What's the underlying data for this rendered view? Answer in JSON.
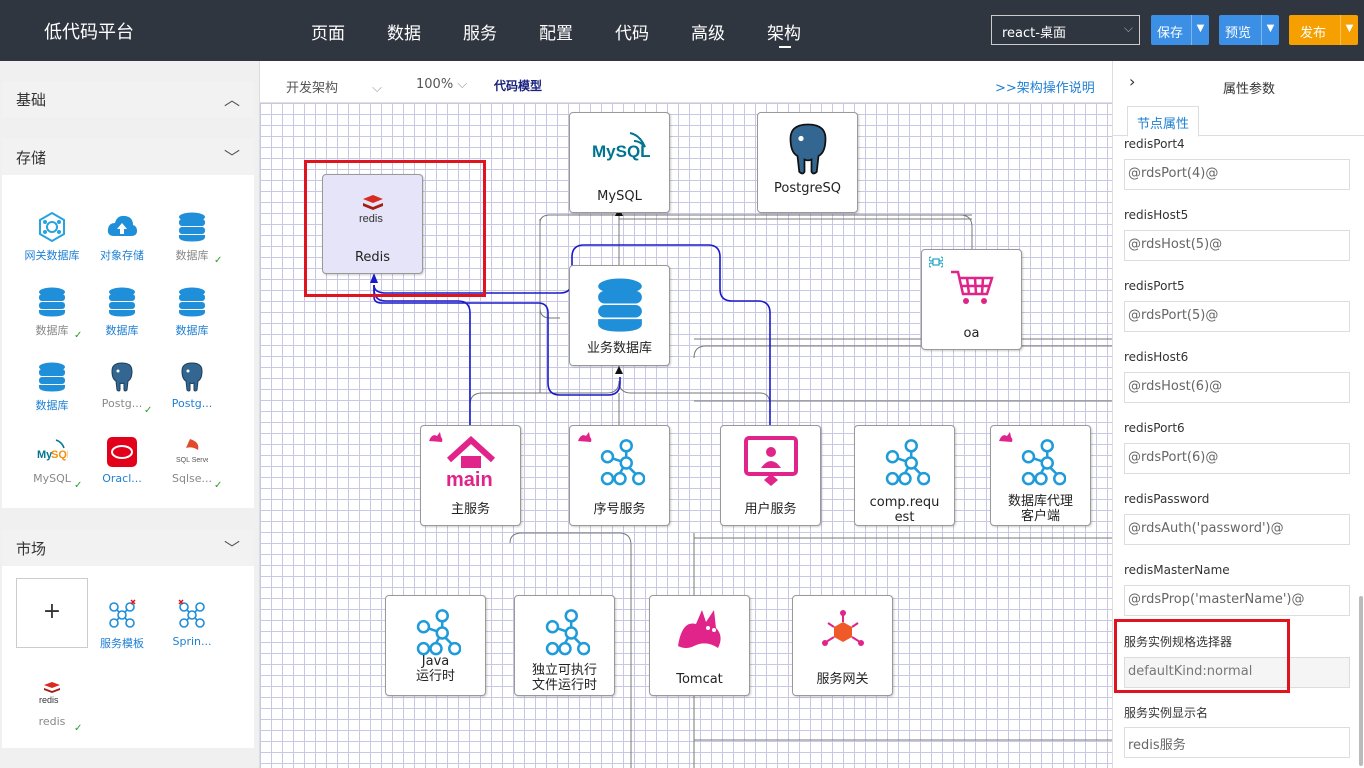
{
  "app": {
    "title": "低代码平台"
  },
  "nav": {
    "items": [
      "页面",
      "数据",
      "服务",
      "配置",
      "代码",
      "高级",
      "架构"
    ],
    "active": "架构"
  },
  "project": {
    "selected": "react-桌面"
  },
  "buttons": {
    "save": "保存",
    "preview": "预览",
    "publish": "发布"
  },
  "colors": {
    "topbar": "#2f3640",
    "save": "#3b8fe4",
    "preview": "#3b8fe4",
    "publish": "#f5a000",
    "selection": "#e0141e",
    "link_blue": "#1e7fd3"
  },
  "left_panel": {
    "sections": {
      "basic": "基础",
      "storage": "存储",
      "market": "市场"
    },
    "storage_items": [
      {
        "label": "网关数据库",
        "icon": "hex-database-icon",
        "checked": false
      },
      {
        "label": "对象存储",
        "icon": "cloud-upload-icon",
        "checked": false
      },
      {
        "label": "数据库",
        "icon": "database-icon",
        "checked": true
      },
      {
        "label": "数据库",
        "icon": "database-icon",
        "checked": true
      },
      {
        "label": "数据库",
        "icon": "database-icon",
        "checked": false
      },
      {
        "label": "数据库",
        "icon": "database-icon",
        "checked": false
      },
      {
        "label": "数据库",
        "icon": "database-icon",
        "checked": false
      },
      {
        "label": "Postg...",
        "icon": "postgres-elephant-icon",
        "checked": true
      },
      {
        "label": "Postg...",
        "icon": "postgres-elephant-icon",
        "checked": false
      },
      {
        "label": "MySQL",
        "icon": "mysql-logo-icon",
        "checked": true
      },
      {
        "label": "Oracl...",
        "icon": "oracle-logo-icon",
        "checked": false
      },
      {
        "label": "Sqlse...",
        "icon": "sqlserver-logo-icon",
        "checked": true
      }
    ],
    "market_items": [
      {
        "label": "+",
        "icon": "plus-icon"
      },
      {
        "label": "服务模板",
        "icon": "molecule-icon"
      },
      {
        "label": "Sprin...",
        "icon": "molecule-icon"
      },
      {
        "label": "redis",
        "icon": "redis-logo-icon",
        "checked": true
      }
    ]
  },
  "toolbar": {
    "mode": "开发架构",
    "zoom": "100%",
    "code_model": "代码模型",
    "help_link": ">>架构操作说明"
  },
  "canvas": {
    "nodes": {
      "redis": {
        "label": "Redis",
        "logo": "redis"
      },
      "mysql": {
        "label": "MySQL",
        "logo": "MySQL"
      },
      "postgres": {
        "label": "PostgreSQ"
      },
      "bizdb": {
        "label": "业务数据库"
      },
      "oa": {
        "label": "oa"
      },
      "main": {
        "label": "主服务",
        "logo": "main"
      },
      "seq": {
        "label": "序号服务"
      },
      "user": {
        "label": "用户服务"
      },
      "comp": {
        "label1": "comp.requ",
        "label2": "est"
      },
      "dbproxy": {
        "label1": "数据库代理",
        "label2": "客户端"
      },
      "java": {
        "label1": "Java",
        "label2": "运行时"
      },
      "exec": {
        "label1": "独立可执行",
        "label2": "文件运行时"
      },
      "tomcat": {
        "label": "Tomcat"
      },
      "gateway": {
        "label": "服务网关"
      }
    }
  },
  "right_panel": {
    "title": "属性参数",
    "tab": "节点属性",
    "props": [
      {
        "name": "redisPort4",
        "value": "@rdsPort(4)@"
      },
      {
        "name": "redisHost5",
        "value": "@rdsHost(5)@"
      },
      {
        "name": "redisPort5",
        "value": "@rdsPort(5)@"
      },
      {
        "name": "redisHost6",
        "value": "@rdsHost(6)@"
      },
      {
        "name": "redisPort6",
        "value": "@rdsPort(6)@"
      },
      {
        "name": "redisPassword",
        "value": "@rdsAuth('password')@"
      },
      {
        "name": "redisMasterName",
        "value": "@rdsProp('masterName')@"
      },
      {
        "name": "服务实例规格选择器",
        "value": "defaultKind:normal"
      },
      {
        "name": "服务实例显示名",
        "value": "redis服务"
      }
    ]
  }
}
